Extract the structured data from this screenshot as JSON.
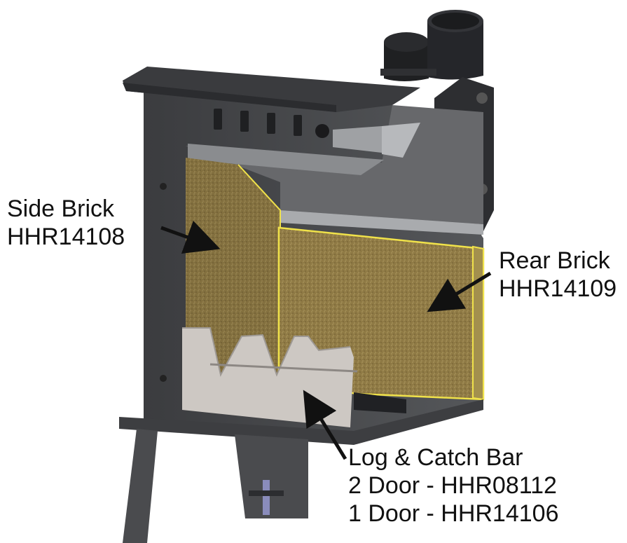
{
  "labels": {
    "side_brick": {
      "name": "Side Brick",
      "part": "HHR14108"
    },
    "rear_brick": {
      "name": "Rear Brick",
      "part": "HHR14109"
    },
    "log_bar": {
      "name": "Log & Catch Bar",
      "two_door": "2 Door - HHR08112",
      "one_door": "1 Door - HHR14106"
    }
  },
  "colors": {
    "stove_body": "#4a4b4e",
    "brick": "#8f7a45",
    "highlight": "#f0e24a",
    "log_bar": "#c9c4c0",
    "arrow": "#111111"
  }
}
